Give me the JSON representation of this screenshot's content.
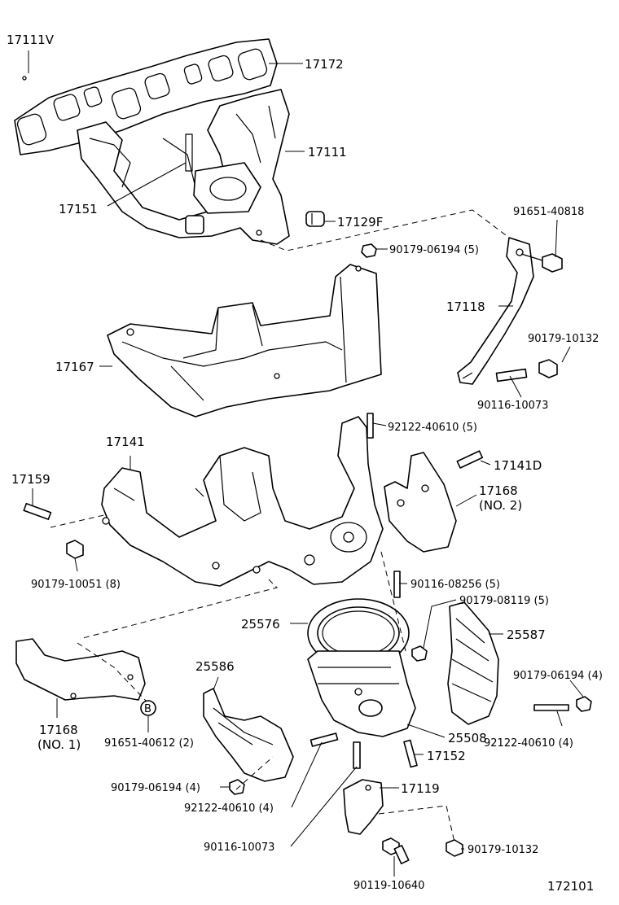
{
  "diagram_id": "172101",
  "parts": [
    {
      "key": "p17111V",
      "number": "17111V"
    },
    {
      "key": "p17172",
      "number": "17172"
    },
    {
      "key": "p17111",
      "number": "17111"
    },
    {
      "key": "p17151",
      "number": "17151"
    },
    {
      "key": "p17129F",
      "number": "17129F"
    },
    {
      "key": "p91651_40818",
      "number": "91651-40818"
    },
    {
      "key": "p90179_06194_5",
      "number": "90179-06194 (5)"
    },
    {
      "key": "p17118",
      "number": "17118"
    },
    {
      "key": "p90179_10132_a",
      "number": "90179-10132"
    },
    {
      "key": "p17167",
      "number": "17167"
    },
    {
      "key": "p90116_10073_a",
      "number": "90116-10073"
    },
    {
      "key": "p92122_40610_5",
      "number": "92122-40610 (5)"
    },
    {
      "key": "p17141",
      "number": "17141"
    },
    {
      "key": "p17141D",
      "number": "17141D"
    },
    {
      "key": "p17159",
      "number": "17159"
    },
    {
      "key": "p17168_2",
      "number": "17168"
    },
    {
      "key": "p17168_2_no",
      "number": "(NO. 2)"
    },
    {
      "key": "p90179_10051",
      "number": "90179-10051 (8)"
    },
    {
      "key": "p90116_08256",
      "number": "90116-08256 (5)"
    },
    {
      "key": "p90179_08119",
      "number": "90179-08119 (5)"
    },
    {
      "key": "p25576",
      "number": "25576"
    },
    {
      "key": "p25587",
      "number": "25587"
    },
    {
      "key": "p25586",
      "number": "25586"
    },
    {
      "key": "p90179_06194_4r",
      "number": "90179-06194 (4)"
    },
    {
      "key": "p17168_1",
      "number": "17168"
    },
    {
      "key": "p17168_1_no",
      "number": "(NO. 1)"
    },
    {
      "key": "pB",
      "number": "B"
    },
    {
      "key": "p91651_40612",
      "number": "91651-40612 (2)"
    },
    {
      "key": "p92122_40610_4r",
      "number": "92122-40610 (4)"
    },
    {
      "key": "p25508",
      "number": "25508"
    },
    {
      "key": "p17152",
      "number": "17152"
    },
    {
      "key": "p90179_06194_4l",
      "number": "90179-06194 (4)"
    },
    {
      "key": "p17119",
      "number": "17119"
    },
    {
      "key": "p92122_40610_4l",
      "number": "92122-40610 (4)"
    },
    {
      "key": "p90116_10073_b",
      "number": "90116-10073"
    },
    {
      "key": "p90179_10132_b",
      "number": "90179-10132"
    },
    {
      "key": "p90119_10640",
      "number": "90119-10640"
    }
  ]
}
